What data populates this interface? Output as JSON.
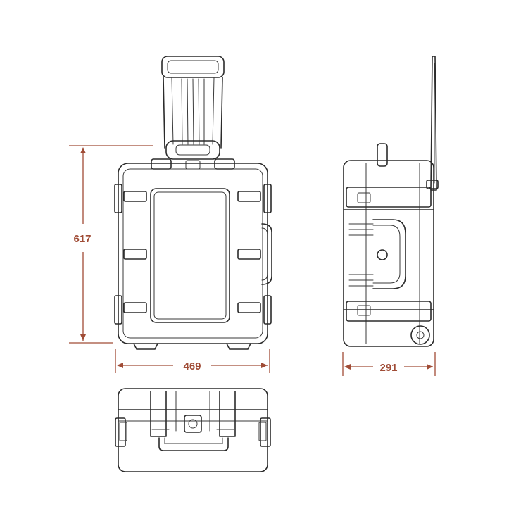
{
  "colors": {
    "line": "#2b2b2b",
    "dimension": "#a04c36",
    "background": "#ffffff"
  },
  "dimensions": {
    "height": "617",
    "width": "469",
    "depth": "291"
  }
}
